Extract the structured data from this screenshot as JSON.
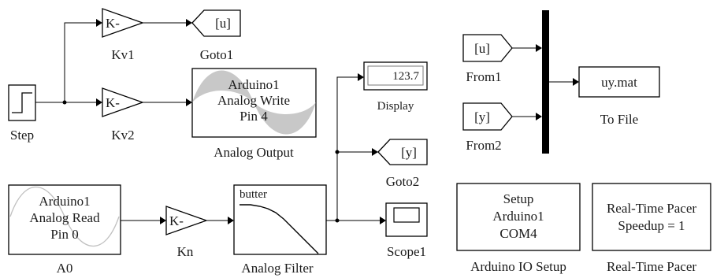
{
  "blocks": {
    "step": {
      "name": "Step"
    },
    "kv1": {
      "name": "Kv1",
      "value": "K-"
    },
    "kv2": {
      "name": "Kv2",
      "value": "K-"
    },
    "goto1": {
      "name": "Goto1",
      "tag": "[u]"
    },
    "analog_output": {
      "name": "Analog Output",
      "line1": "Arduino1",
      "line2": "Analog Write",
      "line3": "Pin 4"
    },
    "display": {
      "name": "Display",
      "value": "123.7"
    },
    "goto2": {
      "name": "Goto2",
      "tag": "[y]"
    },
    "scope1": {
      "name": "Scope1"
    },
    "a0": {
      "name": "A0",
      "line1": "Arduino1",
      "line2": "Analog Read",
      "line3": "Pin 0"
    },
    "kn": {
      "name": "Kn",
      "value": "K-"
    },
    "analog_filter": {
      "name": "Analog Filter",
      "type": "butter"
    },
    "from1": {
      "name": "From1",
      "tag": "[u]"
    },
    "from2": {
      "name": "From2",
      "tag": "[y]"
    },
    "to_file": {
      "name": "To File",
      "file": "uy.mat"
    },
    "arduino_io_setup": {
      "name": "Arduino IO Setup",
      "line1": "Setup",
      "line2": "Arduino1",
      "line3": "COM4"
    },
    "rt_pacer": {
      "name": "Real-Time Pacer",
      "line1": "Real-Time Pacer",
      "line2": "Speedup = 1"
    }
  }
}
